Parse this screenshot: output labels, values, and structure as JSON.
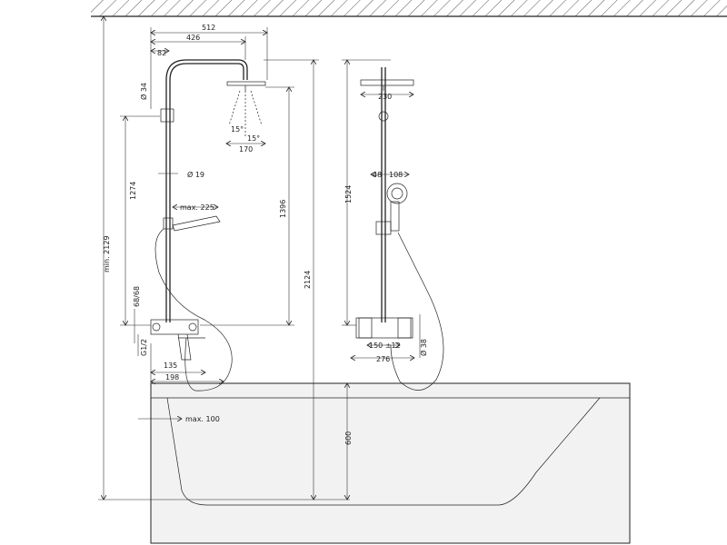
{
  "diagram": {
    "left_view": {
      "widths": {
        "overall": "512",
        "arm": "426",
        "offset": "82"
      },
      "rail_diameter": "Ø 34",
      "pipe_diameter": "Ø 19",
      "head": {
        "angle_a": "15°",
        "angle_b": "15°",
        "width": "170"
      },
      "hand_shower_reach": "max. 225",
      "heights": {
        "rail": "1274",
        "head": "1396",
        "overall": "2124",
        "room": "min. 2129",
        "mixer": "68/68"
      },
      "connection": "G1/2",
      "spout": {
        "offset": "135",
        "length": "198"
      },
      "tub_rim": "max. 100"
    },
    "right_view": {
      "head_diameter": "230",
      "hand_shower": {
        "offset": "48",
        "width": "108"
      },
      "mixer_spacing": "150 ±12",
      "mixer_width": "276",
      "mixer_diameter": "Ø 38",
      "heights": {
        "overall": "1524",
        "tub": "600"
      }
    }
  }
}
